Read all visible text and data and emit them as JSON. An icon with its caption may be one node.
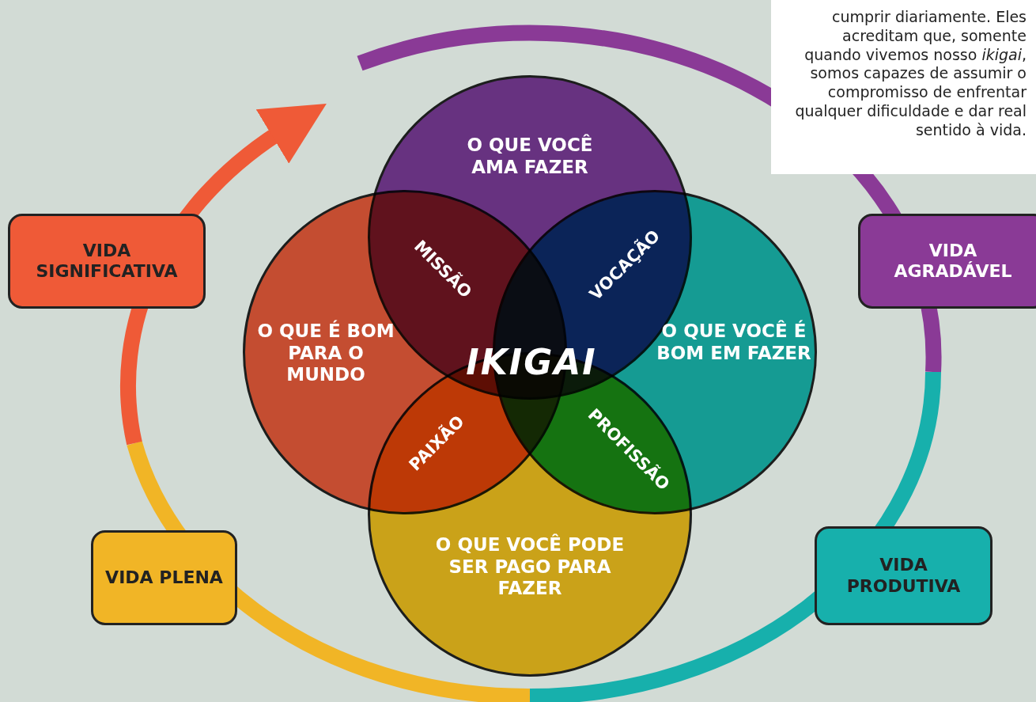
{
  "diagram": {
    "nodes": [
      {
        "text": [
          "cumprir diariamente. Eles acreditam que, somente quando vivemos nosso *ikigai*, somos capazes de assumir o compromisso de enfrentar qualquer dificuldade e dar real sentido à vida."
        ]
      },
      {
        "text": [
          "O QUE VOCÊ AMA FAZER"
        ]
      },
      {
        "text": [
          "VIDA SIGNIFICATIVA"
        ]
      },
      {
        "text": [
          "VIDA AGRADÁVEL"
        ]
      },
      {
        "text": [
          "O QUE É BOM PARA O MUNDO"
        ]
      },
      {
        "text": [
          "O QUE VOCÊ É BOM EM FAZER"
        ]
      },
      {
        "text": [
          "O QUE VOCÊ PODE SER PAGO PARA FAZER"
        ]
      },
      {
        "text": [
          "VIDA PLENA"
        ]
      },
      {
        "text": [
          "VIDA PRODUTIVA"
        ]
      }
    ],
    "labels": [
      "MISSÃO",
      "VOCAÇÃO",
      "IKIGAI",
      "PAIXÃO",
      "PROFISSÃO"
    ]
  }
}
